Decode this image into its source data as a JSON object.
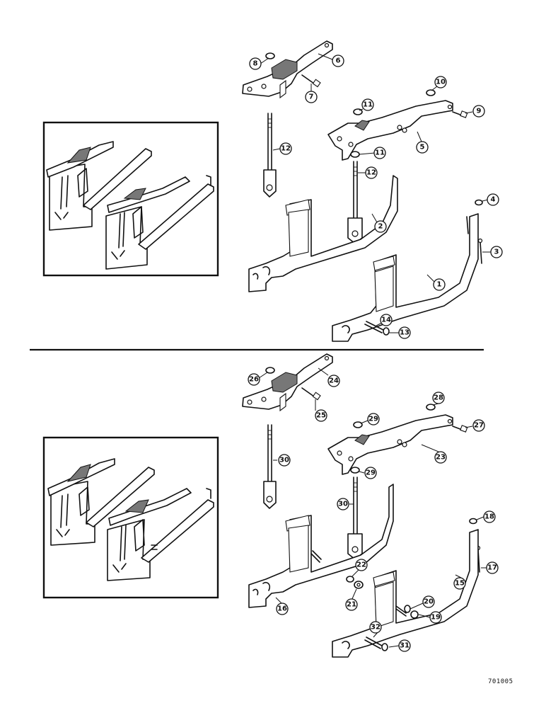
{
  "figure_code": "701005",
  "callouts": {
    "upper": [
      "1",
      "2",
      "3",
      "4",
      "5",
      "6",
      "7",
      "8",
      "9",
      "10",
      "11",
      "11",
      "12",
      "12",
      "13",
      "14"
    ],
    "lower": [
      "15",
      "16",
      "17",
      "18",
      "19",
      "20",
      "21",
      "22",
      "23",
      "24",
      "25",
      "26",
      "27",
      "28",
      "29",
      "29",
      "30",
      "30",
      "31",
      "32"
    ]
  },
  "assemblies": [
    "upper-bracket-assembly",
    "lower-bracket-assembly"
  ]
}
